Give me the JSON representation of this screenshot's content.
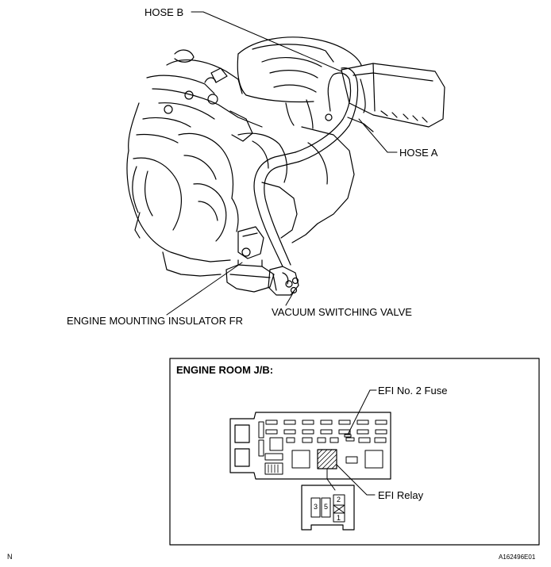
{
  "labels": {
    "hose_b": "HOSE B",
    "hose_a": "HOSE A",
    "engine_mounting_insulator": "ENGINE MOUNTING INSULATOR FR",
    "vacuum_switching_valve": "VACUUM SWITCHING VALVE"
  },
  "junction_box": {
    "title": "ENGINE ROOM J/B:",
    "fuse_label": "EFI No. 2 Fuse",
    "relay_label": "EFI Relay",
    "pins": [
      "3",
      "5",
      "2",
      "1"
    ]
  },
  "footer": {
    "left_mark": "N",
    "figure_code": "A162496E01"
  }
}
